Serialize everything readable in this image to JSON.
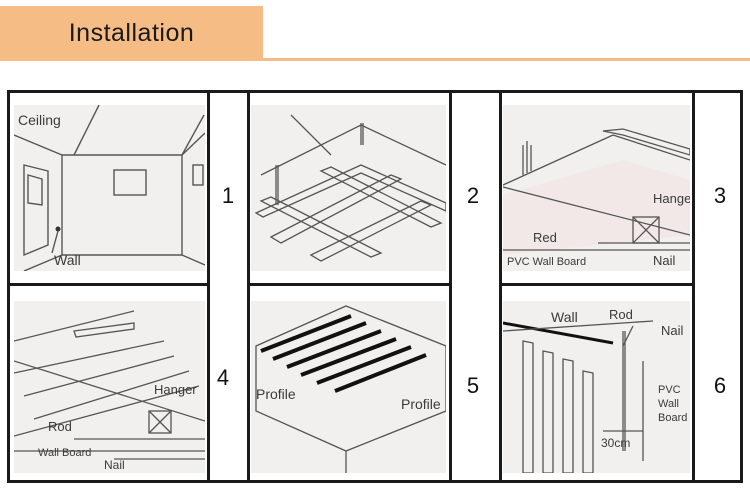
{
  "header": {
    "title": "Installation"
  },
  "steps": [
    {
      "number": "1",
      "labels": {
        "ceiling": "Ceiling",
        "wall": "Wall"
      }
    },
    {
      "number": "2"
    },
    {
      "number": "3",
      "labels": {
        "hanger": "Hanger",
        "red": "Red",
        "pvc_wall_board": "PVC Wall Board",
        "nail": "Nail"
      }
    },
    {
      "number": "4",
      "labels": {
        "hanger": "Hanger",
        "rod": "Rod",
        "wall_board": "Wall Board",
        "nail": "Nail"
      }
    },
    {
      "number": "5",
      "labels": {
        "profile_left": "Profile",
        "profile_right": "Profile"
      }
    },
    {
      "number": "6",
      "labels": {
        "wall": "Wall",
        "rod": "Rod",
        "nail": "Nail",
        "pvc_wall_board": "PVC\nWall\nBoard",
        "spacing": "30cm"
      }
    }
  ],
  "colors": {
    "accent": "#f6bc86",
    "border": "#1a1a1a",
    "panel_bg": "#f1f0ee",
    "line": "#555555"
  }
}
